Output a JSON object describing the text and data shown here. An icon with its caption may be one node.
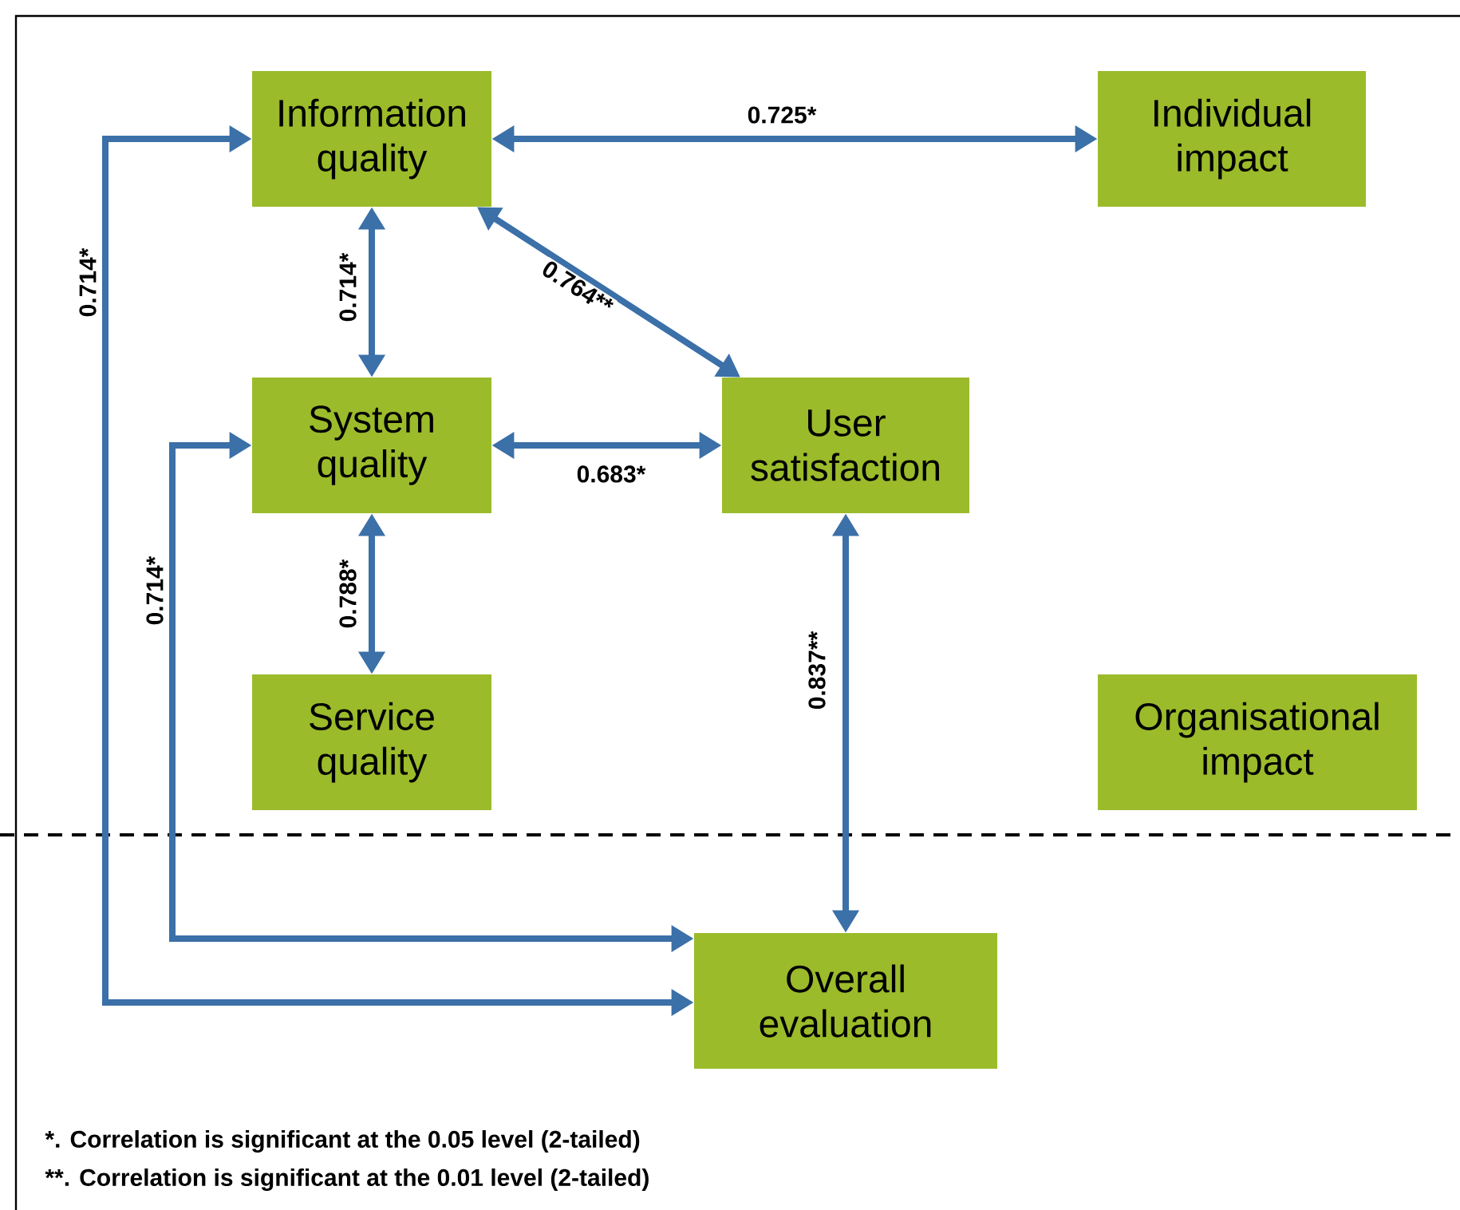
{
  "diagram": {
    "nodes": [
      {
        "text": [
          "Information quality"
        ]
      },
      {
        "text": [
          "Individual impact"
        ]
      },
      {
        "text": [
          "System quality"
        ]
      },
      {
        "text": [
          "User satisfaction"
        ]
      },
      {
        "text": [
          "Service quality"
        ]
      },
      {
        "text": [
          "Organisational impact"
        ]
      },
      {
        "text": [
          "Overall evaluation"
        ]
      }
    ],
    "edges": [
      {
        "from": 0,
        "to": 1,
        "arrow": "both",
        "label": "0.725*"
      },
      {
        "from": 0,
        "to": 2,
        "arrow": "both",
        "label": "0.714*"
      },
      {
        "from": 0,
        "to": 3,
        "arrow": "both",
        "label": "0.764**"
      },
      {
        "from": 2,
        "to": 3,
        "arrow": "both",
        "label": "0.683*"
      },
      {
        "from": 2,
        "to": 4,
        "arrow": "both",
        "label": "0.788*"
      },
      {
        "from": 3,
        "to": 6,
        "arrow": "both",
        "label": "0.837**"
      },
      {
        "from": 2,
        "to": 6,
        "arrow": "both",
        "label": "0.714*"
      },
      {
        "from": 0,
        "to": 6,
        "arrow": "both",
        "label": "0.714*"
      }
    ],
    "labels": [
      "*. Correlation is significant at the 0.05 level (2-tailed)",
      "**. Correlation is significant at the 0.01 level (2-tailed)"
    ]
  }
}
